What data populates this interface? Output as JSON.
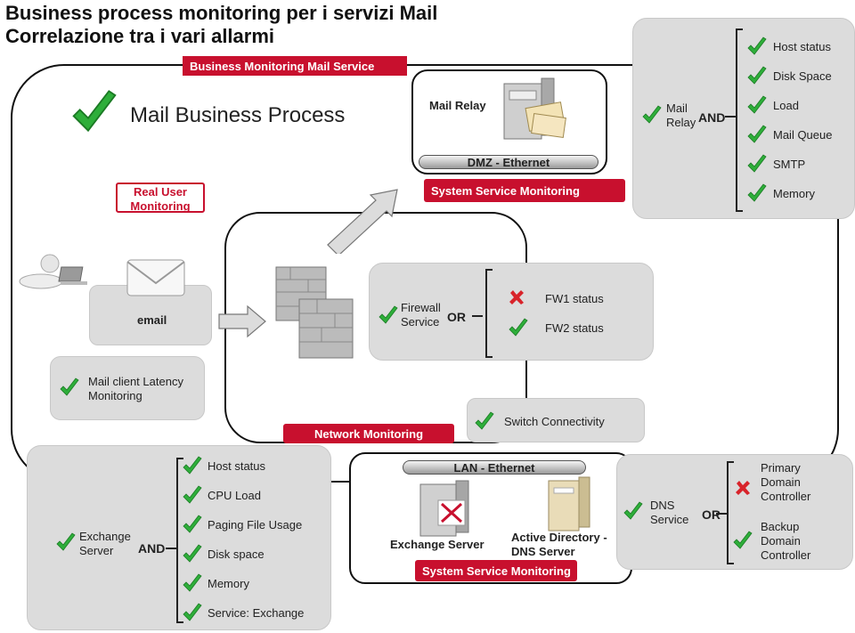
{
  "title": {
    "line1": "Business process monitoring per i servizi Mail",
    "line2": "Correlazione tra i vari allarmi"
  },
  "business_monitoring_label": "Business Monitoring Mail Service",
  "mail_business_process": "Mail Business Process",
  "real_user_monitoring": "Real User Monitoring",
  "mail_relay": {
    "label": "Mail Relay",
    "dmz": "DMZ - Ethernet",
    "system_monitoring": "System Service Monitoring"
  },
  "relay_checks": {
    "relay_label": "Mail Relay",
    "operator": "AND",
    "items": [
      "Host status",
      "Disk Space",
      "Load",
      "Mail Queue",
      "SMTP",
      "Memory"
    ]
  },
  "email_label": "email",
  "firewall": {
    "service_label": "Firewall Service",
    "operator": "OR",
    "fw1": "FW1 status",
    "fw2": "FW2 status"
  },
  "mail_client_latency": "Mail client Latency Monitoring",
  "network_monitoring": "Network Monitoring",
  "switch_connectivity": "Switch Connectivity",
  "exchange_checks": {
    "server_label": "Exchange Server",
    "operator": "AND",
    "items": [
      "Host status",
      "CPU Load",
      "Paging File Usage",
      "Disk space",
      "Memory",
      "Service: Exchange"
    ]
  },
  "lan": {
    "label": "LAN - Ethernet",
    "exchange_server": "Exchange Server",
    "active_directory": "Active Directory - DNS Server",
    "system_monitoring": "System Service Monitoring"
  },
  "dns": {
    "service_label": "DNS Service",
    "operator": "OR",
    "primary": "Primary Domain Controller",
    "backup": "Backup Domain Controller"
  },
  "colors": {
    "check": "#2eae3a",
    "cross": "#d8232a",
    "red": "#c8102e",
    "box": "#dcdcdc"
  }
}
